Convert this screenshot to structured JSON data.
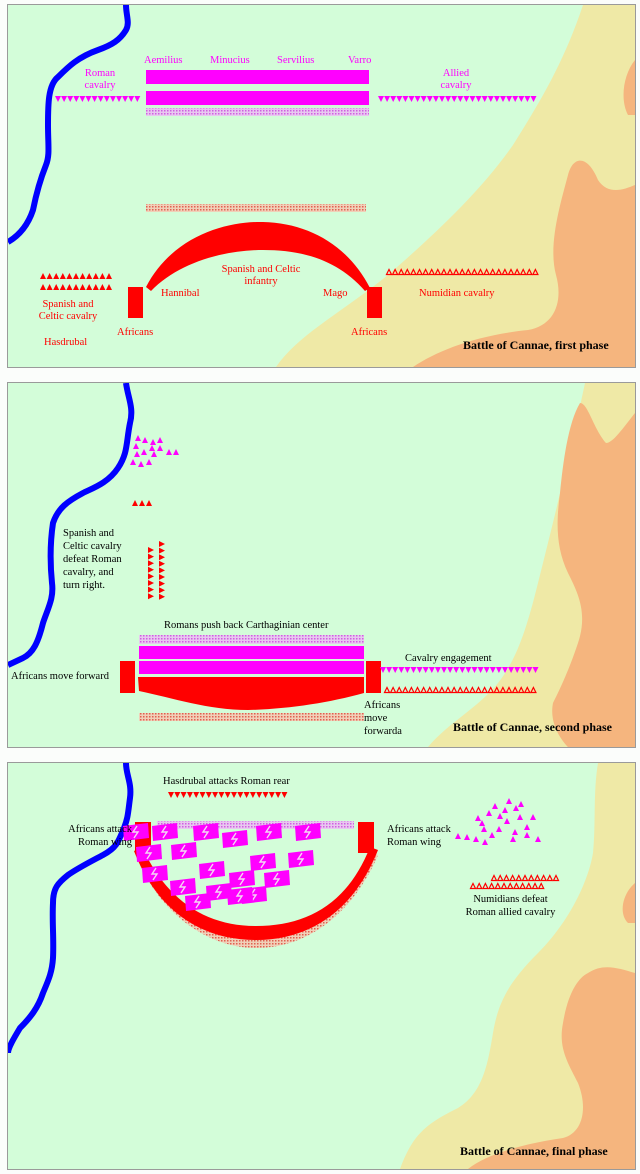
{
  "colors": {
    "field": "#d3fdd9",
    "river": "#0000ff",
    "hill_low": "#efe9a6",
    "hill_high": "#f5b57e",
    "roman": "#ff00ff",
    "carthaginian": "#ff0000",
    "label_dark": "#000000"
  },
  "panels": [
    {
      "title": "Battle of Cannae, first phase",
      "labels": {
        "aemilius": "Aemilius",
        "minucius": "Minucius",
        "servilius": "Servilius",
        "varro": "Varro",
        "roman_cavalry": [
          "Roman",
          "cavalry"
        ],
        "allied_cavalry": [
          "Allied",
          "cavalry"
        ],
        "spanish_celtic_infantry": [
          "Spanish and Celtic",
          "infantry"
        ],
        "hannibal": "Hannibal",
        "mago": "Mago",
        "spanish_celtic_cavalry": [
          "Spanish and",
          "Celtic cavalry"
        ],
        "hasdrubal": "Hasdrubal",
        "africans_left": "Africans",
        "africans_right": "Africans",
        "numidian_cavalry": "Numidian cavalry"
      },
      "units": {
        "roman_cavalry_count": 14,
        "allied_cavalry_count": 26,
        "spanish_celtic_cavalry_rows": 2,
        "spanish_celtic_cavalry_per_row": 11,
        "numidian_cavalry_count": 25
      }
    },
    {
      "title": "Battle of Cannae, second phase",
      "labels": {
        "cavalry_defeat": [
          "Spanish and",
          "Celtic cavalry",
          "defeat Roman",
          "cavalry, and",
          "turn right."
        ],
        "romans_push": "Romans push back Carthaginian center",
        "africans_move_left": "Africans move forward",
        "africans_move_right": [
          "Africans",
          "move",
          "forwarda"
        ],
        "cavalry_engagement": "Cavalry engagement"
      },
      "units": {
        "fleeing_roman_cavalry_count": 15,
        "advance_guard_count": 3,
        "column_left_count": 8,
        "column_right_count": 9,
        "allied_cavalry_count": 26,
        "numidian_cavalry_count": 25
      }
    },
    {
      "title": "Battle of Cannae, final phase",
      "labels": {
        "hasdrubal_rear": "Hasdrubal attacks Roman rear",
        "africans_attack_left": [
          "Africans attack",
          "Roman wing"
        ],
        "africans_attack_right": [
          "Africans attack",
          "Roman wing"
        ],
        "numidians_defeat": [
          "Numidians defeat",
          "Roman allied cavalry"
        ]
      },
      "units": {
        "hasdrubal_cavalry_count": 19,
        "routed_allied_cavalry_count": 24,
        "numidian_rows": [
          11,
          12
        ],
        "broken_roman_units": 19
      }
    }
  ]
}
